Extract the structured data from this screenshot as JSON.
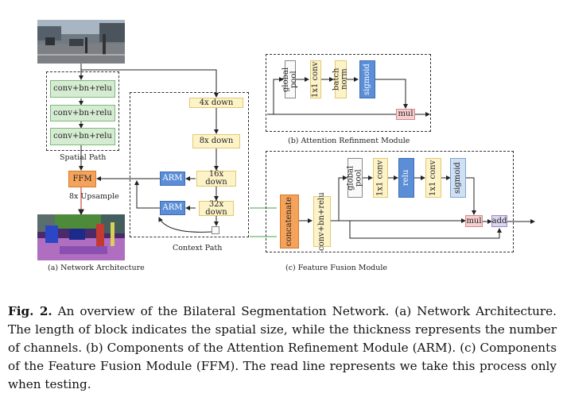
{
  "network": {
    "spatial_blocks": [
      "conv+bn+relu",
      "conv+bn+relu",
      "conv+bn+relu"
    ],
    "spatial_path_label": "Spatial  Path",
    "ffm_label": "FFM",
    "upsample_label": "8x Upsample",
    "context_blocks": [
      "4x down",
      "8x down",
      "16x down",
      "32x down"
    ],
    "arm_labels": [
      "ARM",
      "ARM"
    ],
    "context_path_label": "Context Path",
    "caption_a": "(a) Network Architecture"
  },
  "arm_module": {
    "blocks": [
      "global pool",
      "1x1 conv",
      "batch norm",
      "sigmoid"
    ],
    "mul_label": "mul",
    "caption_b": "(b) Attention Refinment Module"
  },
  "ffm_module": {
    "concat_label": "concatenate",
    "conv_label": "conv+bn+relu",
    "blocks": [
      "global pool",
      "1x1 conv",
      "relu",
      "1x1 conv",
      "sigmoid"
    ],
    "mul_label": "mul",
    "add_label": "add",
    "caption_c": "(c) Feature Fusion Module"
  },
  "caption": {
    "fig_label": "Fig. 2.",
    "text": " An overview of the Bilateral Segmentation Network. (a) Network Architecture. The length of block indicates the spatial size, while the thickness represents the number of channels. (b) Components of the Attention Refinement Module (ARM). (c) Components of the Feature Fusion Module (FFM). The read line represents we take this process only when testing."
  },
  "colors": {
    "green": "#d5ecd2",
    "yellow": "#fdf3c9",
    "blue": "#5b8ed6",
    "orange": "#f5a25a",
    "pink": "#f7cfd0",
    "lavender": "#ddd6ef",
    "red_line": "#d9534f",
    "green_line": "#6cb86a"
  }
}
